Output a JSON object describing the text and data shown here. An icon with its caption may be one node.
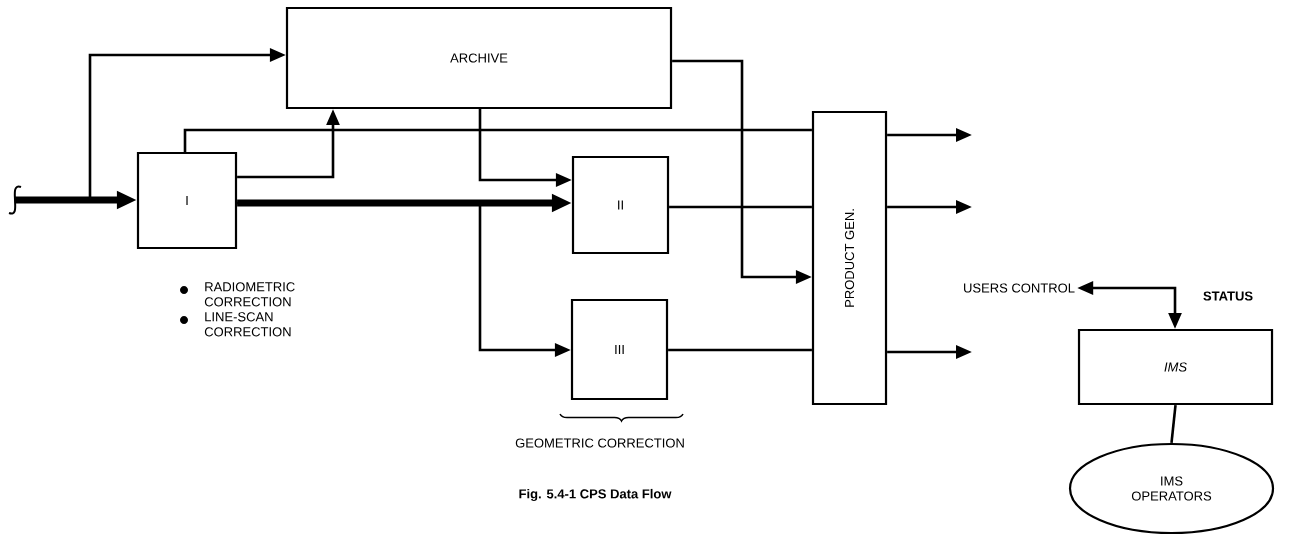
{
  "diagram": {
    "caption": "Fig. 5.4-1 CPS Data Flow",
    "nodes": [
      {
        "text": [
          "ARCHIVE"
        ]
      },
      {
        "text": [
          "I"
        ]
      },
      {
        "text": [
          "II"
        ]
      },
      {
        "text": [
          "III"
        ]
      },
      {
        "text": [
          "PRODUCT GEN."
        ]
      },
      {
        "text": [
          "USERS CONTROL"
        ]
      },
      {
        "text": [
          "IMS"
        ]
      },
      {
        "text": [
          "IMS OPERATORS"
        ]
      }
    ],
    "edges": [
      {
        "from": null,
        "to": 1,
        "arrow": "to",
        "style": "thick"
      },
      {
        "from": null,
        "to": 0,
        "arrow": "to"
      },
      {
        "from": 1,
        "to": 0,
        "arrow": "to"
      },
      {
        "from": 1,
        "to": 4,
        "arrow": "none"
      },
      {
        "from": 1,
        "to": 2,
        "arrow": "to",
        "style": "thick"
      },
      {
        "from": 1,
        "to": 3,
        "arrow": "to"
      },
      {
        "from": 0,
        "to": 2,
        "arrow": "to"
      },
      {
        "from": 0,
        "to": 4,
        "arrow": "to"
      },
      {
        "from": 2,
        "to": 4,
        "arrow": "none"
      },
      {
        "from": 3,
        "to": 4,
        "arrow": "none"
      },
      {
        "from": 4,
        "to": null,
        "arrow": "to"
      },
      {
        "from": 4,
        "to": null,
        "arrow": "to"
      },
      {
        "from": 4,
        "to": null,
        "arrow": "to"
      },
      {
        "from": 5,
        "to": 6,
        "arrow": "both",
        "label": "STATUS"
      },
      {
        "from": 6,
        "to": 7,
        "arrow": "none"
      }
    ],
    "labels": [
      "RADIOMETRIC CORRECTION",
      "LINE-SCAN CORRECTION",
      "GEOMETRIC CORRECTION"
    ]
  }
}
